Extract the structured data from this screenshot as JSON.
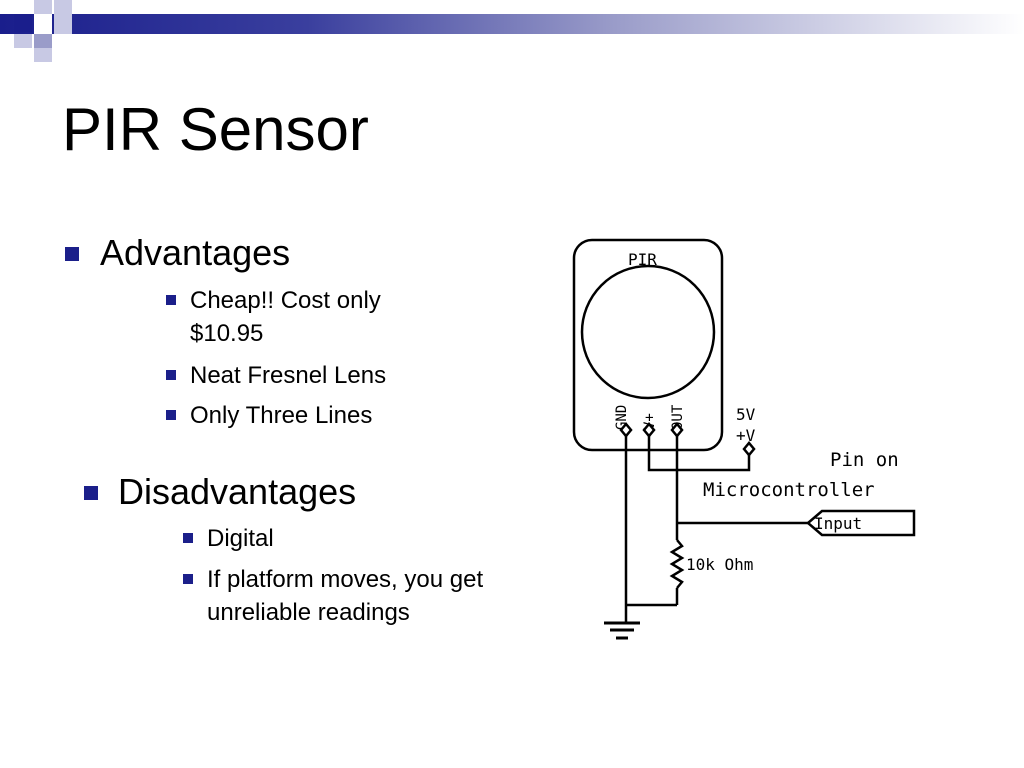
{
  "slide": {
    "title": "PIR Sensor",
    "sections": [
      {
        "heading": "Advantages",
        "items": [
          "Cheap!! Cost only $10.95",
          "Neat Fresnel Lens",
          "Only Three Lines"
        ]
      },
      {
        "heading": "Disadvantages",
        "items": [
          "Digital",
          "If platform moves, you get unreliable readings"
        ]
      }
    ]
  },
  "diagram": {
    "sensor_label": "PIR",
    "pin_gnd": "GND",
    "pin_vplus": "V+",
    "pin_out": "OUT",
    "supply_line1": "5V",
    "supply_line2": "+V",
    "pin_label_line1": "Pin on",
    "pin_label_line2": "Microcontroller",
    "input_label": "Input",
    "resistor_label": "10k Ohm"
  },
  "theme": {
    "accent": "#1b1f8a",
    "band_start": "#1a1e8c",
    "band_end": "#ffffff"
  }
}
